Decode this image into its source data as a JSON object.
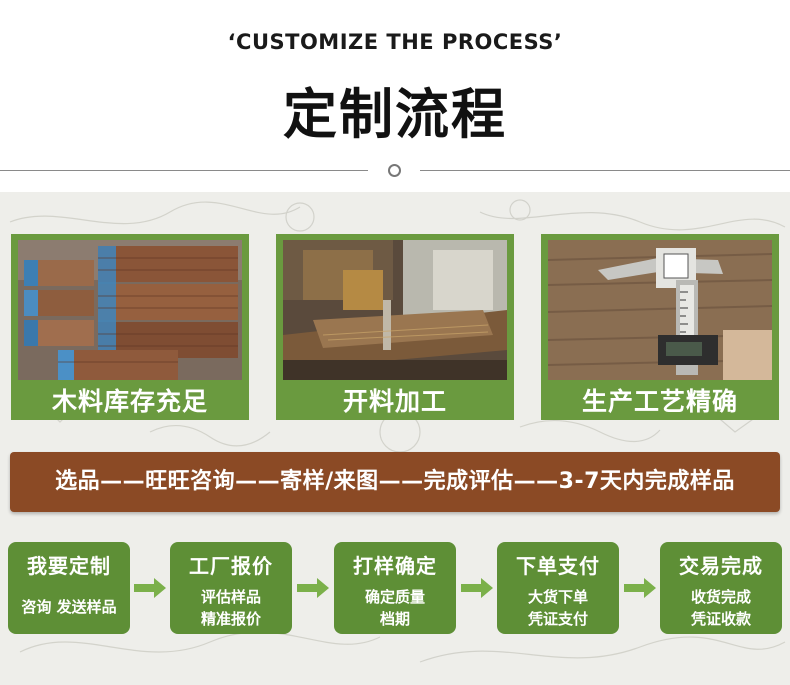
{
  "header": {
    "subtitle": "‘CUSTOMIZE THE PROCESS’",
    "title": "定制流程"
  },
  "cards": [
    {
      "label": "木料库存充足",
      "icon": "lumber-stack-photo"
    },
    {
      "label": "开料加工",
      "icon": "sawmill-machine-photo"
    },
    {
      "label": "生产工艺精确",
      "icon": "caliper-measuring-photo"
    }
  ],
  "banner": {
    "text": "选品——旺旺咨询——寄样/来图——完成评估——3-7天内完成样品"
  },
  "steps": [
    {
      "title": "我要定制",
      "lines": [
        "咨询 发送样品"
      ]
    },
    {
      "title": "工厂报价",
      "lines": [
        "评估样品",
        "精准报价"
      ]
    },
    {
      "title": "打样确定",
      "lines": [
        "确定质量",
        "档期"
      ]
    },
    {
      "title": "下单支付",
      "lines": [
        "大货下单",
        "凭证支付"
      ]
    },
    {
      "title": "交易完成",
      "lines": [
        "收货完成",
        "凭证收款"
      ]
    }
  ],
  "colors": {
    "card_green": "#6a9a3f",
    "step_green": "#5e8f36",
    "banner_brown": "#8b4a25",
    "arrow_green": "#7bb04a"
  }
}
